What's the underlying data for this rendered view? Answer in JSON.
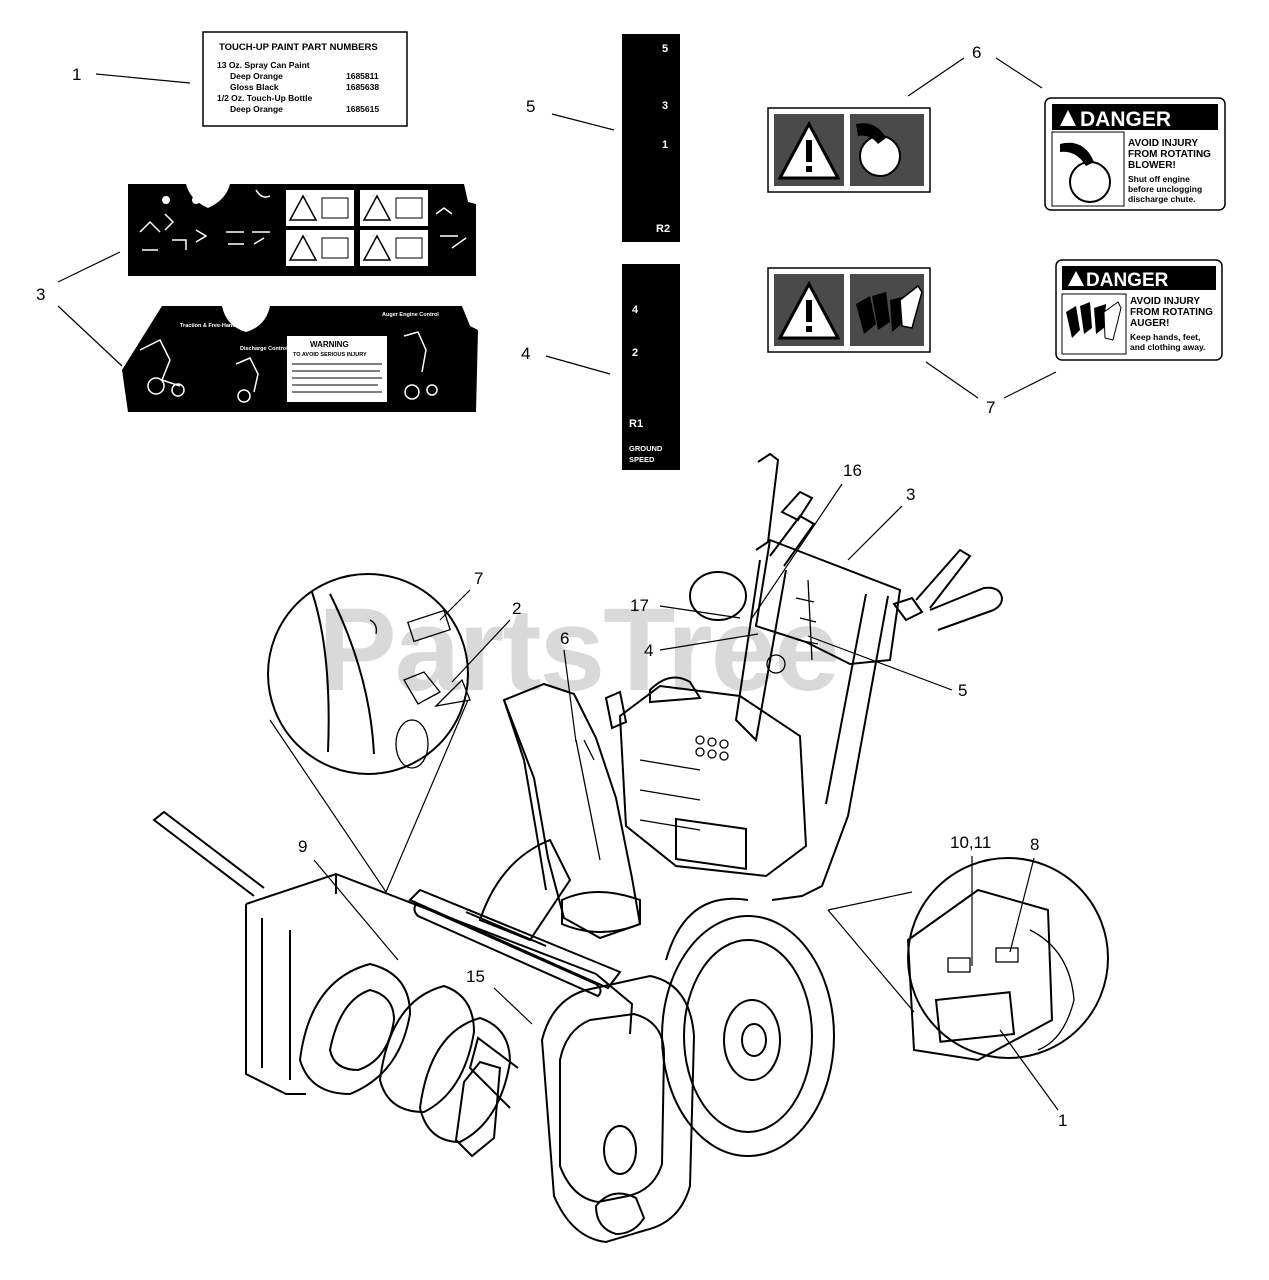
{
  "watermark": "PartsTree",
  "paint_label": {
    "title": "TOUCH-UP PAINT PART NUMBERS",
    "line1": "13 Oz. Spray Can Paint",
    "line2_name": "Deep Orange",
    "line2_num": "1685811",
    "line3_name": "Gloss Black",
    "line3_num": "1685638",
    "line4": "1/2 Oz. Touch-Up Bottle",
    "line5_name": "Deep Orange",
    "line5_num": "1685615"
  },
  "gear_decal_top": {
    "g5": "5",
    "g3": "3",
    "g1": "1",
    "r2": "R2"
  },
  "gear_decal_bottom": {
    "g4": "4",
    "g2": "2",
    "r1": "R1",
    "ground": "GROUND",
    "speed": "SPEED"
  },
  "danger_blower": {
    "header": "DANGER",
    "line1": "AVOID INJURY",
    "line2": "FROM ROTATING",
    "line3": "BLOWER!",
    "line4": "Shut off engine",
    "line5": "before unclogging",
    "line6": "discharge chute."
  },
  "danger_auger": {
    "header": "DANGER",
    "line1": "AVOID INJURY",
    "line2": "FROM ROTATING",
    "line3": "AUGER!",
    "line4": "Keep hands, feet,",
    "line5": "and clothing away."
  },
  "panel_decal": {
    "traction": "Traction & Free-Hand Control",
    "discharge": "Discharge Control",
    "auger": "Auger Engine Control",
    "warning": "WARNING",
    "avoid": "TO AVOID SERIOUS INJURY"
  },
  "callouts": {
    "c1_top": "1",
    "c5_top": "5",
    "c6": "6",
    "c3_left": "3",
    "c4_mid": "4",
    "c7_right": "7",
    "c16": "16",
    "c3_machine": "3",
    "c7_detail": "7",
    "c2": "2",
    "c17": "17",
    "c6_machine": "6",
    "c4_machine": "4",
    "c5_machine": "5",
    "c9": "9",
    "c15": "15",
    "c10_11": "10,11",
    "c8": "8",
    "c1_bottom": "1"
  }
}
